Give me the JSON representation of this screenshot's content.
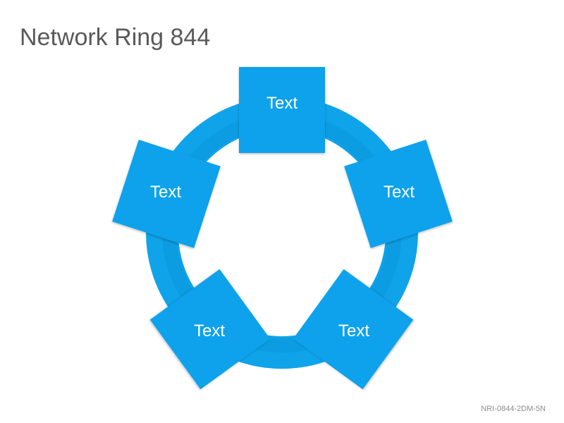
{
  "title": "Network Ring 844",
  "footer_code": "NRI-0844-2DM-5N",
  "colors": {
    "ring": "#0FA3EA",
    "ring_inner_shadow": "#0A8FD2",
    "box_front": "#0AA2EB",
    "box_overlap": "#0787CC",
    "text": "#FFFFFF",
    "title": "#595959"
  },
  "nodes": [
    {
      "label": "Text"
    },
    {
      "label": "Text"
    },
    {
      "label": "Text"
    },
    {
      "label": "Text"
    },
    {
      "label": "Text"
    }
  ]
}
